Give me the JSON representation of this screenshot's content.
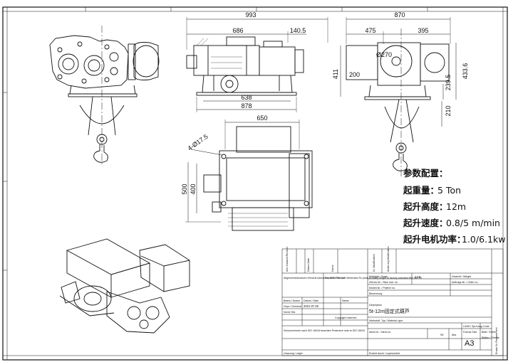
{
  "views": {
    "side": {
      "overall": "993",
      "body": "686",
      "offset": "140.5",
      "base": "638",
      "base_outer": "878"
    },
    "end": {
      "width": "870",
      "left": "475",
      "right": "395",
      "drum": "Ø270",
      "height": "411",
      "height2": "433.6",
      "h200": "200",
      "h239": "239.5",
      "h210": "210"
    },
    "plan": {
      "width": "650",
      "holes": "4-Ø17.5",
      "depth": "500",
      "depth_inner": "400"
    }
  },
  "specs": {
    "heading": "参数配置：",
    "rows": [
      {
        "label": "起重量：",
        "value": "5 Ton"
      },
      {
        "label": "起升高度：",
        "value": "12m"
      },
      {
        "label": "起升速度：",
        "value": "0.8/5 m/min"
      },
      {
        "label": "起升电机功率：",
        "value": "1.0/6.1kw"
      }
    ]
  },
  "title_block": {
    "rev_headers": [
      "Anlr-Zustand Revision",
      "Datum Date",
      "Name",
      "Nr. Modification",
      "Änderung Modification",
      "Ersatz für Replacement"
    ],
    "tolerances": "Allgemeintoleranzen General tolerances ISO 2768-mK",
    "fit_note": "Passhöfe Rz nach Werkmark Rz peak-to-valley height to factory standard WN 947 99",
    "bearb": "Bearb./ Drawn",
    "gepr": "Gepr./ Checked",
    "norm": "Norm/ Std.",
    "datum_label": "Datum / Date",
    "name_label": "Name",
    "date": "2021.07.26",
    "copyright": "Copyright reserved",
    "protection": "Schutzvermerk nach ISO 16016 beachten Protective note to ISO 16016",
    "superseded": "Ersetzt durch / superseded",
    "ursprung": "Ursprung / origin",
    "scale_label": "Maßstab / Scale",
    "scale": "1:10",
    "weight_label": "Gewicht / Weight",
    "drawing_no": "Zeichn-Nr. / Raw mat. no.",
    "order_no": "Auftrags-Nr. / Order no.",
    "model_no": "Modell-Nr. / Pattern no.",
    "benennung": "Benennung",
    "description_label": "Description",
    "description": "5t-12m固定式葫芦",
    "material": "Werkstoff, Typ / Material, type",
    "ident": "Ident-Nr. / Ident-no.",
    "sk": "SK",
    "abs": "Abs.",
    "format_label": "Format Size",
    "format": "A3",
    "sheet": "Blatt / Sheet",
    "sheets": "Blätter / Sheets",
    "lih": "Lih/DC",
    "lang": "Spr/Lang.",
    "code": "Code"
  }
}
